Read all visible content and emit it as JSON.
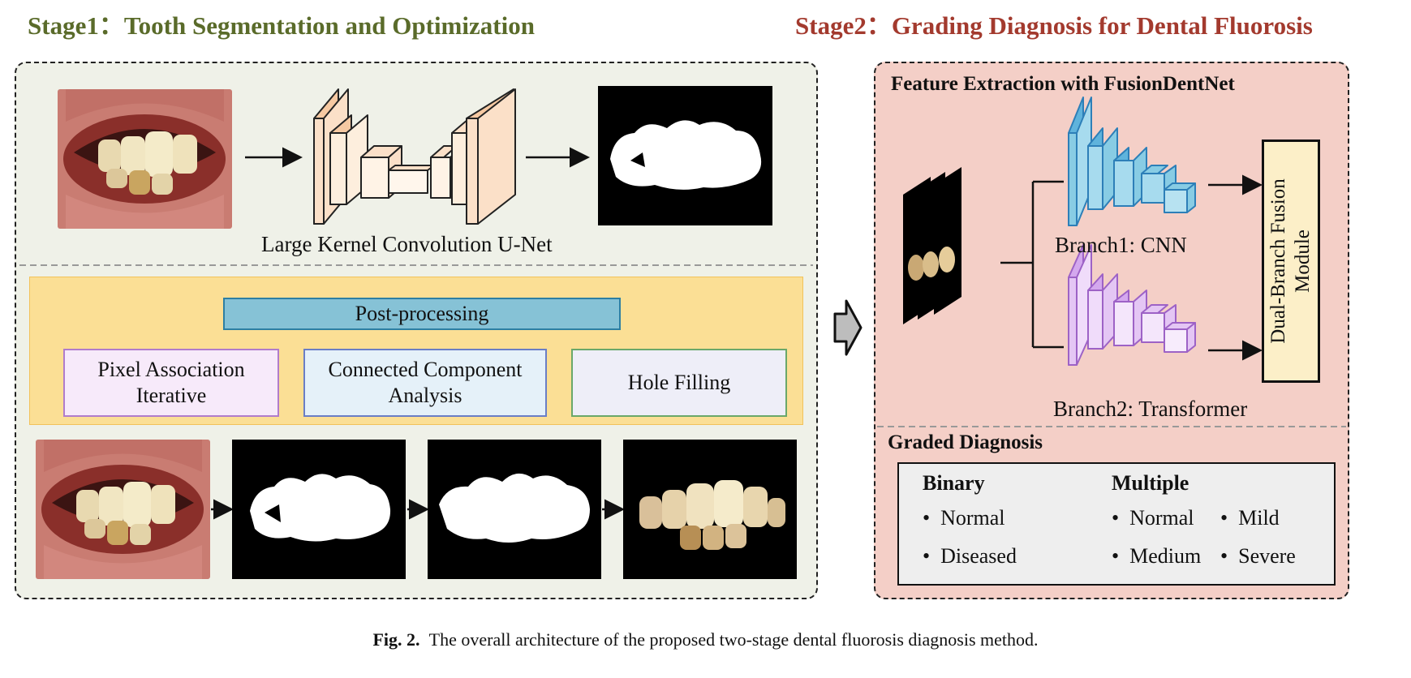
{
  "stage1": {
    "title": "Stage1：Tooth Segmentation and Optimization",
    "color": "#5a6b2a"
  },
  "stage2": {
    "title": "Stage2：Grading Diagnosis for Dental Fluorosis",
    "color": "#a33a2e"
  },
  "unet": {
    "label": "Large Kernel Convolution U-Net"
  },
  "postprocessing": {
    "title": "Post-processing",
    "steps": [
      "Pixel Association Iterative",
      "Connected Component Analysis",
      "Hole Filling"
    ]
  },
  "feature_extraction": {
    "title": "Feature Extraction with FusionDentNet",
    "branch1": "Branch1: CNN",
    "branch2": "Branch2: Transformer",
    "fusion": "Dual-Branch Fusion Module"
  },
  "graded": {
    "title": "Graded Diagnosis",
    "binary": {
      "heading": "Binary",
      "items": [
        "Normal",
        "Diseased"
      ]
    },
    "multiple": {
      "heading": "Multiple",
      "items": [
        "Normal",
        "Mild",
        "Medium",
        "Severe"
      ]
    }
  },
  "caption": {
    "label": "Fig. 2.",
    "text": "The overall architecture of the proposed two-stage dental fluorosis diagnosis method."
  },
  "colors": {
    "stage1_bg": "#eff1e8",
    "postproc_bg": "#fbdf95",
    "stage2_bg": "#f4cfc7",
    "header_bar": "#86c2d6",
    "step1": "#f7eafa",
    "step2": "#e5f1f9",
    "step3": "#eeeef8",
    "cnn": "#88cce4",
    "transformer": "#e4c6f4",
    "fusion": "#fcefc8",
    "unet": "#fbe0c8"
  }
}
